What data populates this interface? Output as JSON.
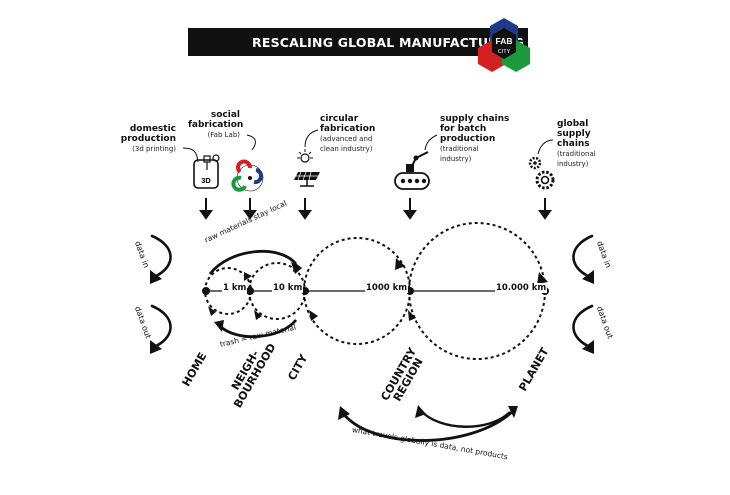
{
  "header": {
    "title": "RESCALING GLOBAL MANUFACTURING",
    "logo_top": "FAB",
    "logo_bottom": "CITY"
  },
  "categories": [
    {
      "title_lines": [
        "domestic",
        "production"
      ],
      "sub": "(3d printing)",
      "icon": "3d-printer-icon",
      "icon_text": "3D"
    },
    {
      "title_lines": [
        "social",
        "fabrication"
      ],
      "sub": "(Fab Lab)",
      "icon": "fab-lab-logo-icon"
    },
    {
      "title_lines": [
        "circular",
        "fabrication"
      ],
      "sub_lines": [
        "(advanced and",
        "clean industry)"
      ],
      "icon": "solar-panel-icon"
    },
    {
      "title_lines": [
        "supply chains",
        "for batch",
        "production"
      ],
      "sub_lines": [
        "(traditional",
        "industry)"
      ],
      "icon": "conveyor-robot-icon"
    },
    {
      "title_lines": [
        "global",
        "supply",
        "chains"
      ],
      "sub_lines": [
        "(traditional",
        "industry)"
      ],
      "icon": "gears-icon"
    }
  ],
  "flows": {
    "data_in": "data in",
    "data_out": "data out",
    "raw_materials": "raw materials stay local",
    "trash": "trash = raw material",
    "global_note": "what travels globally is data, not products"
  },
  "distances": [
    "1 km",
    "10 km",
    "1000 km",
    "10.000 km"
  ],
  "places": [
    {
      "lines": [
        "HOME"
      ]
    },
    {
      "lines": [
        "NEIGH-",
        "BOURHOOD"
      ]
    },
    {
      "lines": [
        "CITY"
      ]
    },
    {
      "lines": [
        "COUNTRY",
        "REGION"
      ]
    },
    {
      "lines": [
        "PLANET"
      ]
    }
  ],
  "colors": {
    "ink": "#111111",
    "logo_blue": "#1f3a8a",
    "logo_red": "#d32020",
    "logo_green": "#1a9a3a"
  }
}
